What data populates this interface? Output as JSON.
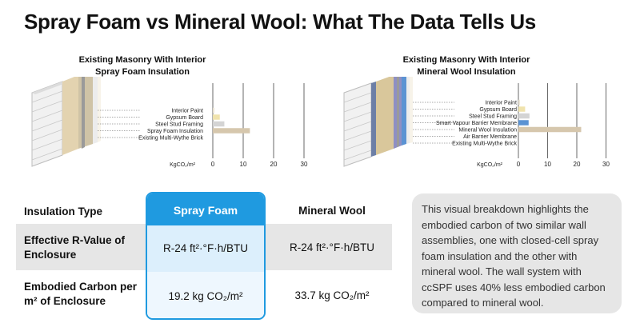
{
  "title": "Spray Foam vs Mineral Wool: What The Data Tells Us",
  "chart_data": [
    {
      "type": "bar",
      "orientation": "horizontal",
      "title_line1": "Existing Masonry With Interior",
      "title_line2": "Spray Foam Insulation",
      "xlabel": "KgCO₂/m²",
      "xlim": [
        0,
        30
      ],
      "xticks": [
        "0",
        "10",
        "20",
        "30"
      ],
      "categories": [
        "Interior Paint",
        "Gypsum Board",
        "Steel Stud Framing",
        "Spray Foam Insulation",
        "Existing Multi-Wythe Brick"
      ],
      "values": [
        0.5,
        2.3,
        3.8,
        12.2,
        0
      ],
      "colors": [
        "#e9e2d2",
        "#f0e3ad",
        "#d4d4d4",
        "#d6c7ad",
        "#d6c7ad"
      ],
      "grid": true
    },
    {
      "type": "bar",
      "orientation": "horizontal",
      "title_line1": "Existing Masonry With Interior",
      "title_line2": "Mineral Wool Insulation",
      "xlabel": "KgCO₂/m²",
      "xlim": [
        0,
        30
      ],
      "xticks": [
        "0",
        "10",
        "20",
        "30"
      ],
      "categories": [
        "Interior Paint",
        "Gypsum Board",
        "Steel Stud Framing",
        "Smart Vapour Barrier Membrane",
        "Mineral Wool Insulation",
        "Air Barrier Membrane",
        "Existing Multi-Wythe Brick"
      ],
      "values": [
        0.5,
        2.3,
        3.8,
        3.5,
        21.5,
        0,
        0
      ],
      "colors": [
        "#e9e2d2",
        "#f0e3ad",
        "#d4d4d4",
        "#5b93d3",
        "#d6c7ad",
        "#d6c7ad",
        "#d6c7ad"
      ],
      "grid": true
    }
  ],
  "table": {
    "header": {
      "label": "Insulation Type",
      "spray_foam": "Spray Foam",
      "mineral_wool": "Mineral Wool"
    },
    "rows": [
      {
        "label": "Effective R-Value of Enclosure",
        "spray_foam": "R-24 ft²·°F·h/BTU",
        "mineral_wool": "R-24 ft²·°F·h/BTU"
      },
      {
        "label": "Embodied Carbon per m² of Enclosure",
        "spray_foam": "19.2 kg CO₂/m²",
        "mineral_wool": "33.7 kg CO₂/m²"
      }
    ]
  },
  "description": "This visual breakdown highlights the embodied carbon of two similar wall assemblies, one with closed-cell spray foam insulation and the other with mineral wool. The wall system with ccSPF uses 40% less embodied carbon compared to mineral wool.",
  "colors": {
    "accent": "#1f9ae0",
    "row_gray": "#e6e6e6",
    "box_gray": "#e6e6e6"
  }
}
